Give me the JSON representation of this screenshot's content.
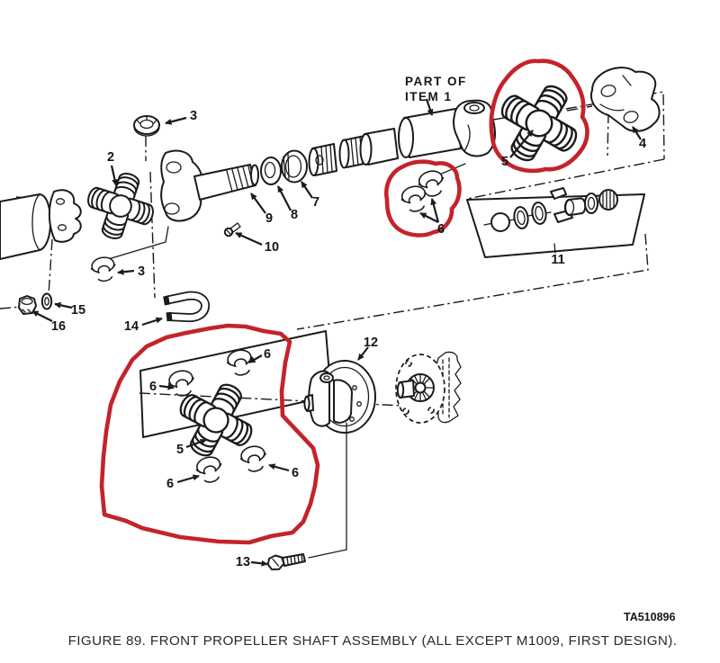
{
  "figure": {
    "caption": "FIGURE 89. FRONT PROPELLER SHAFT ASSEMBLY (ALL EXCEPT M1009, FIRST DESIGN).",
    "drawing_number": "TA510896",
    "note": {
      "line1": "PART OF",
      "line2": "ITEM 1"
    }
  },
  "colors": {
    "ink": "#1b1b1b",
    "annotation_red": "#c4232b",
    "background": "#ffffff"
  },
  "red_highlights": [
    "upper-universal-joint-item-5",
    "upper-bearing-retainers-item-6",
    "lower-universal-joint-group-items-5-and-6"
  ],
  "callouts": [
    {
      "label": "2"
    },
    {
      "label": "3"
    },
    {
      "label": "3"
    },
    {
      "label": "4"
    },
    {
      "label": "5"
    },
    {
      "label": "5"
    },
    {
      "label": "6"
    },
    {
      "label": "6"
    },
    {
      "label": "6"
    },
    {
      "label": "6"
    },
    {
      "label": "6"
    },
    {
      "label": "7"
    },
    {
      "label": "8"
    },
    {
      "label": "9"
    },
    {
      "label": "10"
    },
    {
      "label": "11"
    },
    {
      "label": "12"
    },
    {
      "label": "13"
    },
    {
      "label": "14"
    },
    {
      "label": "15"
    },
    {
      "label": "16"
    }
  ]
}
